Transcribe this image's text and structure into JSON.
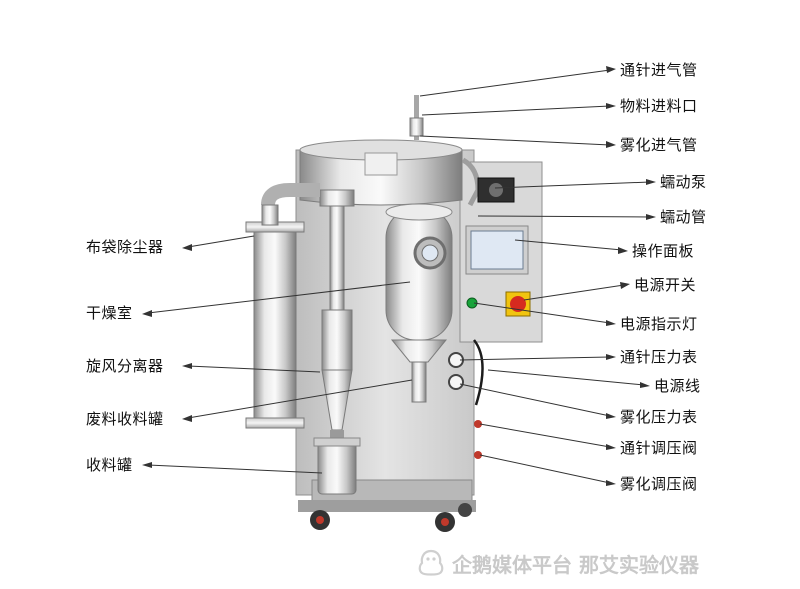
{
  "labels_right": [
    {
      "id": "needle-air-pipe",
      "text": "通针进气管"
    },
    {
      "id": "material-inlet",
      "text": "物料进料口"
    },
    {
      "id": "atomizing-air-pipe",
      "text": "雾化进气管"
    },
    {
      "id": "peristaltic-pump",
      "text": "蠕动泵"
    },
    {
      "id": "peristaltic-tube",
      "text": "蠕动管"
    },
    {
      "id": "operation-panel",
      "text": "操作面板"
    },
    {
      "id": "power-switch",
      "text": "电源开关"
    },
    {
      "id": "power-indicator",
      "text": "电源指示灯"
    },
    {
      "id": "needle-pressure-gauge",
      "text": "通针压力表"
    },
    {
      "id": "power-cord",
      "text": "电源线"
    },
    {
      "id": "atomizing-pressure-gauge",
      "text": "雾化压力表"
    },
    {
      "id": "needle-regulator-valve",
      "text": "通针调压阀"
    },
    {
      "id": "atomizing-regulator-valve",
      "text": "雾化调压阀"
    }
  ],
  "labels_left": [
    {
      "id": "bag-dust-collector",
      "text": "布袋除尘器"
    },
    {
      "id": "drying-chamber",
      "text": "干燥室"
    },
    {
      "id": "cyclone-separator",
      "text": "旋风分离器"
    },
    {
      "id": "waste-collector",
      "text": "废料收料罐"
    },
    {
      "id": "collection-jar",
      "text": "收料罐"
    }
  ],
  "watermark": {
    "text": "企鹅媒体平台 那艾实验仪器",
    "icon": "penguin-logo-icon"
  },
  "colors": {
    "steel_light": "#e6e6e6",
    "steel_mid": "#b5b5b5",
    "steel_dark": "#7a7a7a",
    "panel_screen": "#dfe8f3",
    "switch_red": "#d62a1f",
    "indicator_green": "#18a33a",
    "caster_red": "#c0392b"
  }
}
